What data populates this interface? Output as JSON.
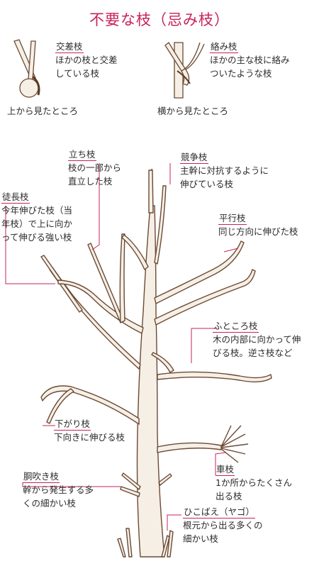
{
  "title": "不要な枝（忌み枝）",
  "colors": {
    "accent": "#c8235a",
    "bark": "#6b4a35",
    "leader": "#c8235a"
  },
  "top": {
    "crossing": {
      "name": "交差枝",
      "desc1": "ほかの枝と交差",
      "desc2": "している枝"
    },
    "tangled": {
      "name": "絡み枝",
      "desc1": "ほかの主な枝に絡み",
      "desc2": "ついたような枝"
    },
    "caption_left": "上から見たところ",
    "caption_right": "横から見たところ"
  },
  "labels": {
    "upright": {
      "name": "立ち枝",
      "desc1": "枝の一部から",
      "desc2": "直立した枝"
    },
    "competing": {
      "name": "競争枝",
      "desc1": "主幹に対抗するように",
      "desc2": "伸びている枝"
    },
    "vigorous": {
      "name": "徒長枝",
      "desc1": "今年伸びた枝（当",
      "desc2": "年枝）で上に向か",
      "desc3": "って伸びる強い枝"
    },
    "parallel": {
      "name": "平行枝",
      "desc1": "同じ方向に伸びた枝"
    },
    "inward": {
      "name": "ふところ枝",
      "desc1": "木の内部に向かって伸",
      "desc2": "びる枝。逆さ枝など"
    },
    "drooping": {
      "name": "下がり枝",
      "desc1": "下向きに伸びる枝"
    },
    "wheel": {
      "name": "車枝",
      "desc1": "1か所からたくさん",
      "desc2": "出る枝"
    },
    "trunk_shoots": {
      "name": "胴吹き枝",
      "desc1": "幹から発生する多",
      "desc2": "くの細かい枝"
    },
    "suckers": {
      "name": "ひこばえ（ヤゴ）",
      "desc1": "根元から出る多くの",
      "desc2": "細かい枝"
    }
  }
}
